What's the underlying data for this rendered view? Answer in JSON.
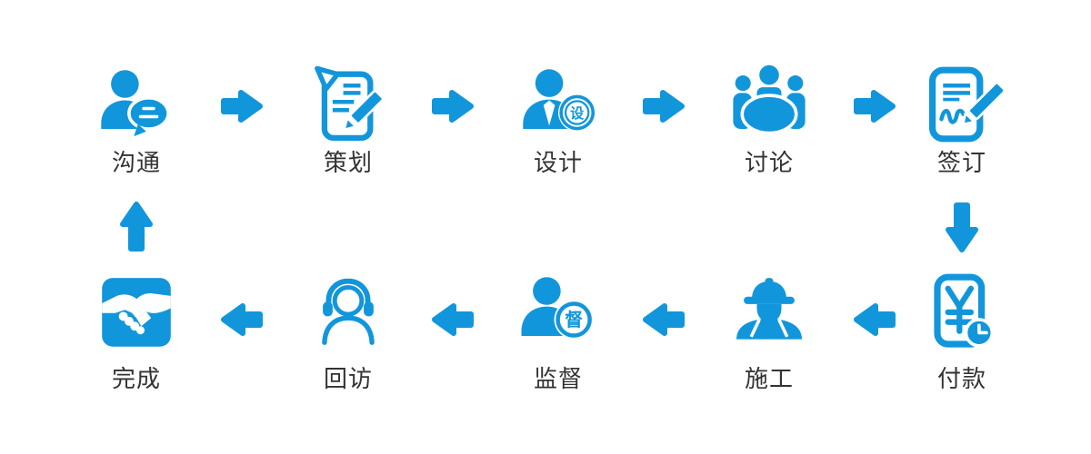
{
  "theme": {
    "background": "#ffffff",
    "accent": "#1296db",
    "label_color": "#333333"
  },
  "flow": {
    "top_row": [
      {
        "label": "沟通",
        "icon": "person-chat-icon"
      },
      {
        "label": "策划",
        "icon": "document-pencil-icon"
      },
      {
        "label": "设计",
        "icon": "designer-person-icon",
        "badge_text": "设"
      },
      {
        "label": "讨论",
        "icon": "meeting-table-icon"
      },
      {
        "label": "签订",
        "icon": "contract-signing-icon"
      }
    ],
    "bottom_row": [
      {
        "label": "完成",
        "icon": "handshake-icon"
      },
      {
        "label": "回访",
        "icon": "headset-person-icon"
      },
      {
        "label": "监督",
        "icon": "supervisor-person-icon",
        "badge_text": "督"
      },
      {
        "label": "施工",
        "icon": "construction-worker-icon"
      },
      {
        "label": "付款",
        "icon": "payment-clock-icon"
      }
    ],
    "connectors": {
      "top_row_arrows": "arrow-right-icon",
      "right_side_arrow": "arrow-down-icon",
      "bottom_row_arrows": "arrow-left-icon",
      "left_side_arrow": "arrow-up-icon"
    }
  }
}
